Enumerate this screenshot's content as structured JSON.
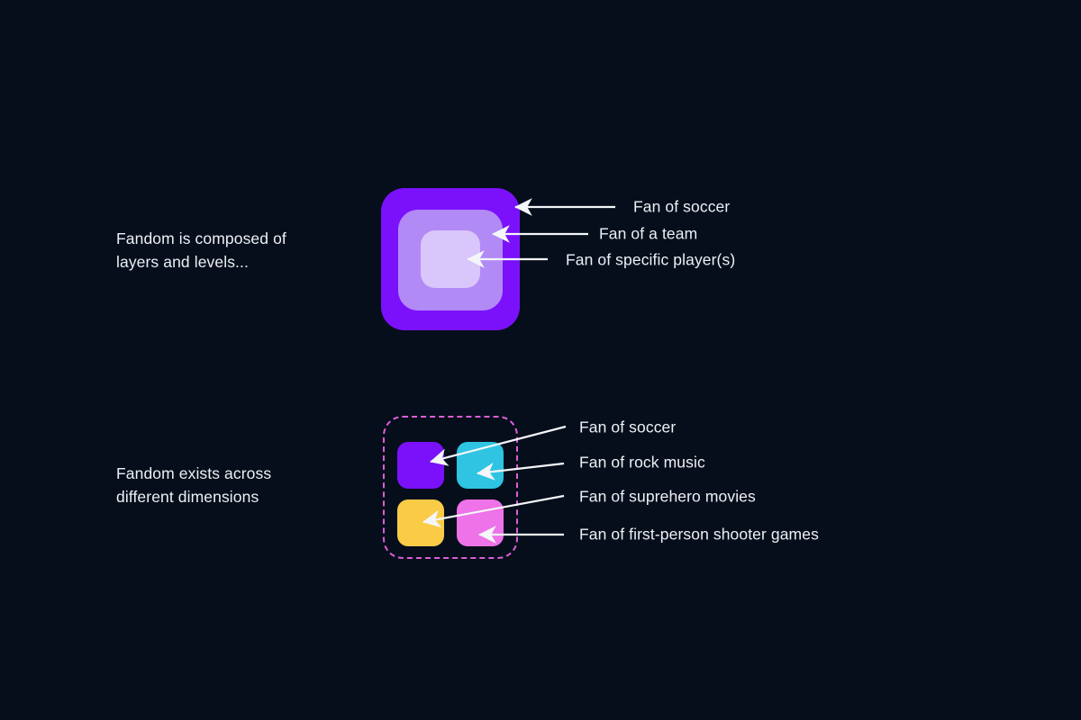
{
  "canvas": {
    "background": "#060e1c",
    "text_color": "#edf0f4",
    "arrow_color": "#f4f6f9"
  },
  "top_section": {
    "caption_line1": "Fandom is composed of",
    "caption_line2": "layers and levels...",
    "layers": [
      {
        "label": "Fan of soccer",
        "color": "#7b11fb"
      },
      {
        "label": "Fan of a team",
        "color": "#b28af6"
      },
      {
        "label": "Fan of specific player(s)",
        "color": "#d9c6fa"
      }
    ]
  },
  "bottom_section": {
    "caption_line1": "Fandom exists across",
    "caption_line2": "different dimensions",
    "container_border_color": "#dd5ed6",
    "cells": [
      {
        "label": "Fan of soccer",
        "color": "#7b11fb"
      },
      {
        "label": "Fan of rock music",
        "color": "#2ec4e2"
      },
      {
        "label": "Fan of suprehero movies",
        "color": "#f9cb47"
      },
      {
        "label": "Fan of first-person shooter games",
        "color": "#ee72e8"
      }
    ]
  }
}
